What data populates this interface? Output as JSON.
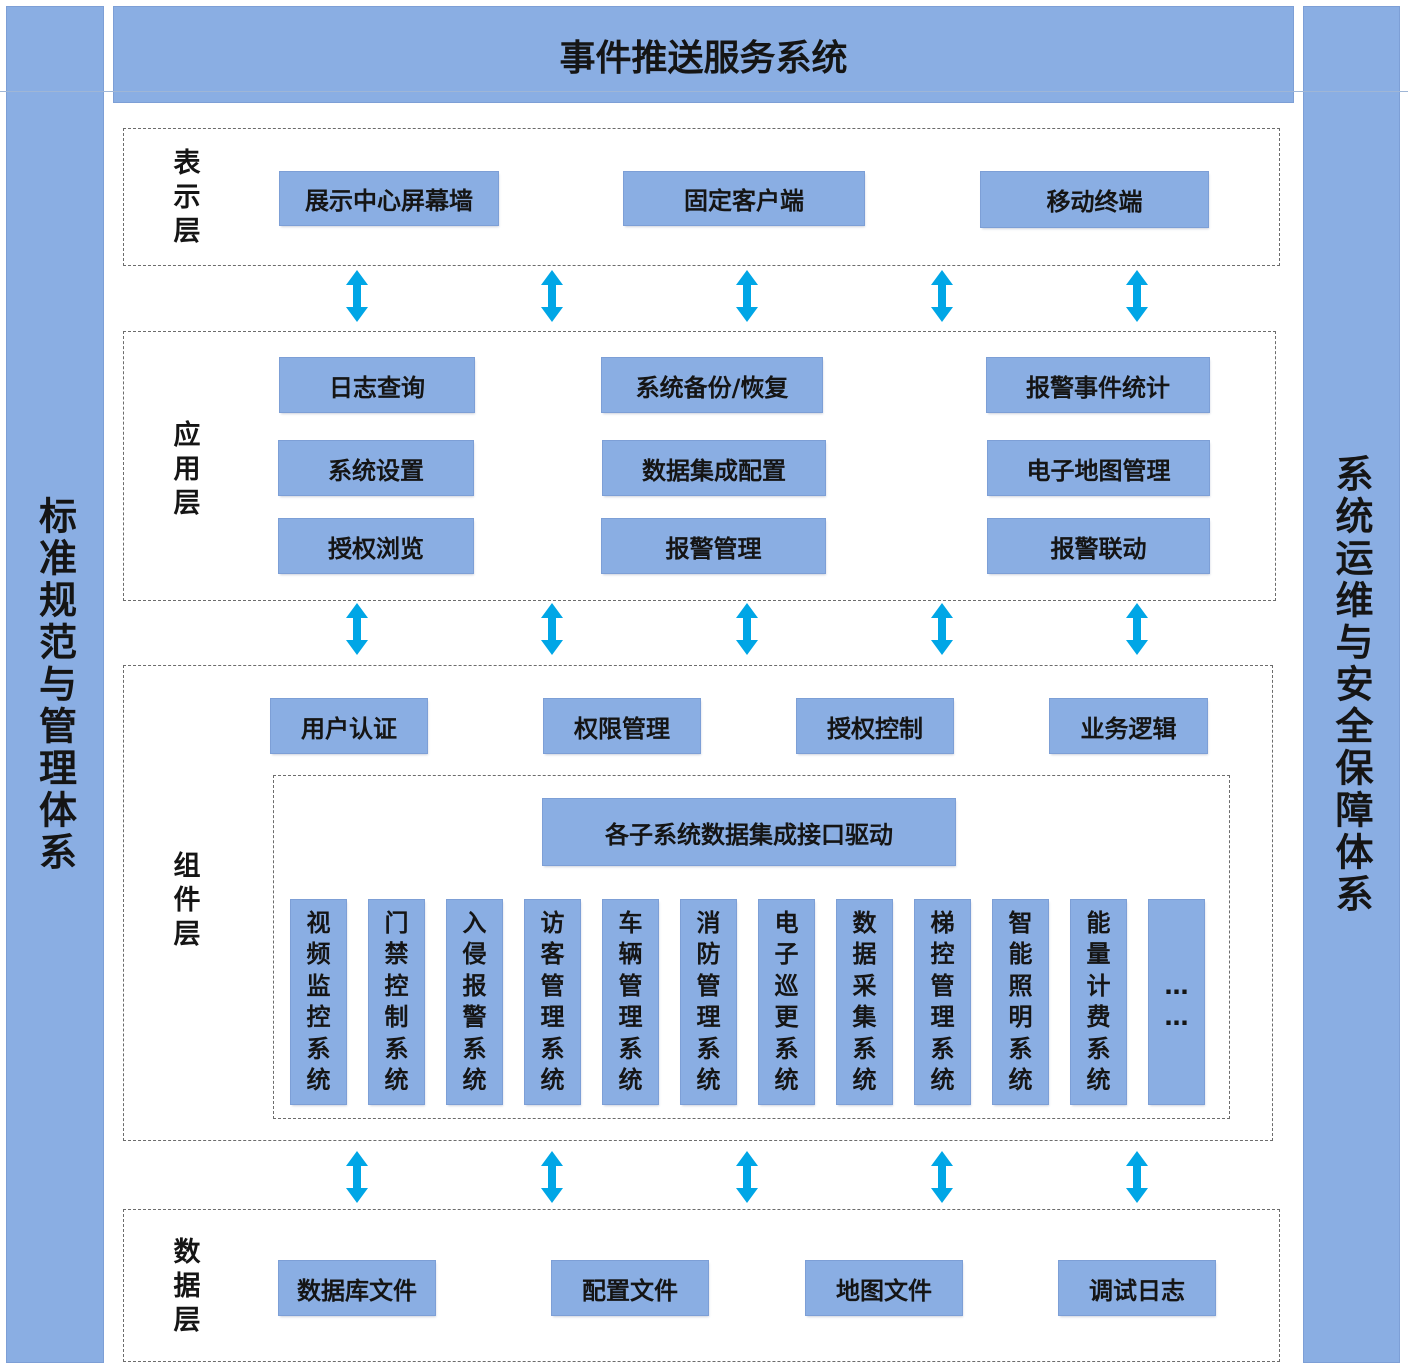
{
  "title": "事件推送服务系统",
  "left_side": "标准规范与管理体系",
  "right_side": "系统运维与安全保障体系",
  "colors": {
    "box_fill": "#8aaee3",
    "arrow": "#00a6e6",
    "border": "#6c6c6c"
  },
  "presentation": {
    "label": "表示层",
    "items": [
      "展示中心屏幕墙",
      "固定客户端",
      "移动终端"
    ]
  },
  "application": {
    "label": "应用层",
    "items": [
      "日志查询",
      "系统备份/恢复",
      "报警事件统计",
      "系统设置",
      "数据集成配置",
      "电子地图管理",
      "授权浏览",
      "报警管理",
      "报警联动"
    ]
  },
  "component": {
    "label": "组件层",
    "items": [
      "用户认证",
      "权限管理",
      "授权控制",
      "业务逻辑"
    ],
    "driver": "各子系统数据集成接口驱动",
    "subsystems": [
      "视频监控系统",
      "门禁控制系统",
      "入侵报警系统",
      "访客管理系统",
      "车辆管理系统",
      "消防管理系统",
      "电子巡更系统",
      "数据采集系统",
      "梯控管理系统",
      "智能照明系统",
      "能量计费系统",
      "……"
    ]
  },
  "data_layer": {
    "label": "数据层",
    "items": [
      "数据库文件",
      "配置文件",
      "地图文件",
      "调试日志"
    ]
  }
}
